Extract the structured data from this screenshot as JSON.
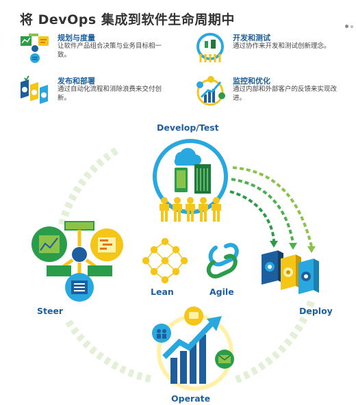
{
  "title": "将 DevOps 集成到软件生命周期中",
  "features": [
    {
      "heading": "规划与度量",
      "desc": "让软件产品组合决策与业务目标相一致。",
      "icon": "plan-measure-icon"
    },
    {
      "heading": "开发和测试",
      "desc": "通过协作来开发和测试创新理念。",
      "icon": "dev-test-icon"
    },
    {
      "heading": "发布和部署",
      "desc": "通过自动化流程和消除浪费来交付创新。",
      "icon": "release-deploy-icon"
    },
    {
      "heading": "监控和优化",
      "desc": "通过内部和外部客户的反馈来实现改进。",
      "icon": "monitor-optimize-icon"
    }
  ],
  "diagram": {
    "develop_test": "Develop/Test",
    "steer": "Steer",
    "deploy": "Deploy",
    "operate": "Operate",
    "lean": "Lean",
    "agile": "Agile"
  },
  "colors": {
    "blue": "#1d5f9e",
    "light_blue": "#29a8e0",
    "green": "#2a9d4a",
    "yellow": "#f5c518",
    "pale_green": "#e2efd4"
  }
}
